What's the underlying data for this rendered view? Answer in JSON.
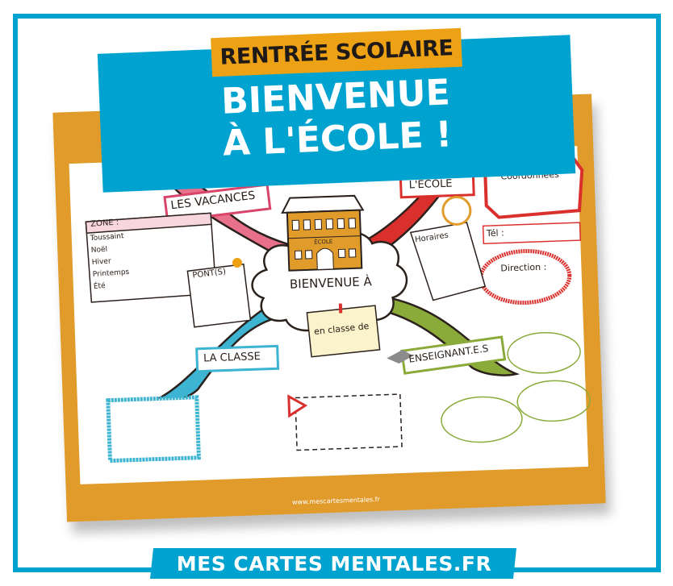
{
  "header": {
    "tag": "RENTRÉE SCOLAIRE",
    "title_line1": "BIENVENUE",
    "title_line2": "À L'ÉCOLE !"
  },
  "mindmap": {
    "center": "BIENVENUE À",
    "school_sign": "ÉCOLE",
    "note": "en classe de",
    "branches": {
      "vacances": {
        "label": "LES VACANCES",
        "color": "#e8708a",
        "zone_label": "ZONE :",
        "periods": [
          "Toussaint",
          "Noël",
          "Hiver",
          "Printemps",
          "Été"
        ],
        "ponts_label": "PONT(S)"
      },
      "ecole": {
        "label": "L'ÉCOLE",
        "color": "#d9302d",
        "coordonnees": "Coordonnées",
        "horaires": "Horaires",
        "tel": "Tél :",
        "direction": "Direction :"
      },
      "classe": {
        "label": "LA CLASSE",
        "color": "#3db4d2"
      },
      "enseignants": {
        "label": "ENSEIGNANT.E.S",
        "color": "#8aaa3a"
      }
    }
  },
  "poster_url": "www.mescartesmentales.fr",
  "footer": {
    "brand": "MES CARTES MENTALES.FR"
  },
  "colors": {
    "frame_blue": "#00a3d0",
    "poster_orange": "#e09b2b",
    "tag_orange": "#eda216"
  }
}
